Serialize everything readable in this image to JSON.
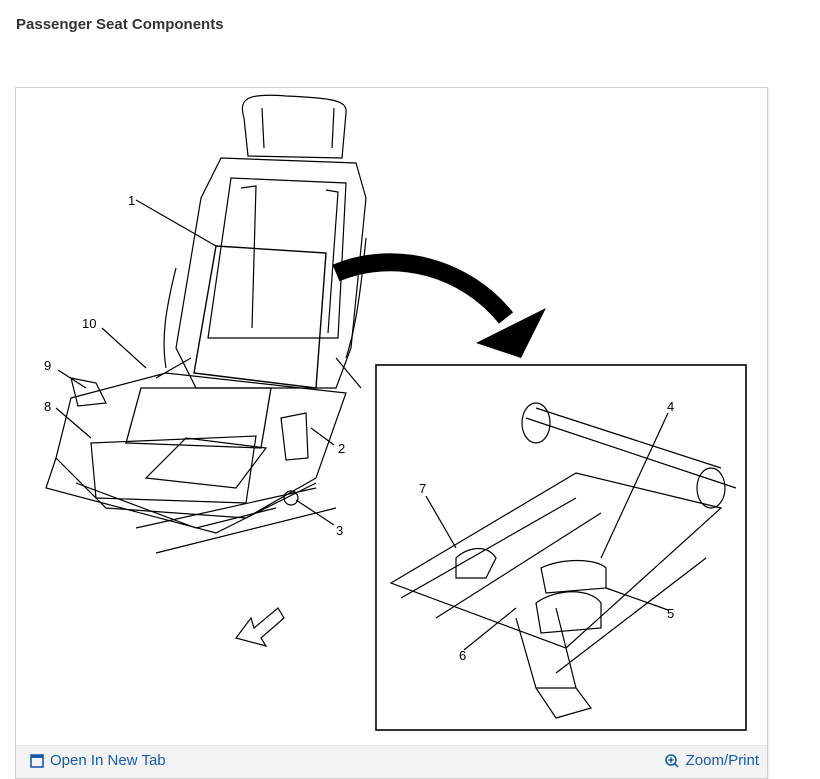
{
  "header": {
    "title": "Passenger Seat Components"
  },
  "figure": {
    "callouts": [
      "1",
      "2",
      "3",
      "4",
      "5",
      "6",
      "7",
      "8",
      "9",
      "10"
    ]
  },
  "toolbar": {
    "open_tab_label": "Open In New Tab",
    "zoom_label": "Zoom/Print",
    "accent_color": "#1a5aa8"
  }
}
